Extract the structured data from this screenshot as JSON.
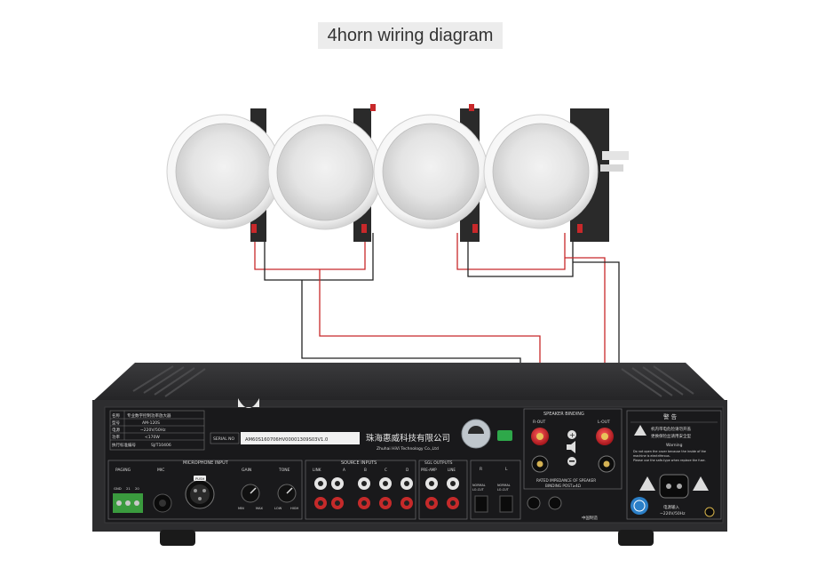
{
  "title": "4horn wiring diagram",
  "amplifier": {
    "spec": {
      "rows": [
        {
          "k": "名称",
          "v": "专业数字控制功率放大器"
        },
        {
          "k": "型号",
          "v": "AM-120S"
        },
        {
          "k": "电源",
          "v": "~220V/50Hz"
        },
        {
          "k": "功率",
          "v": "<170W"
        },
        {
          "k": "执行标准编号",
          "v": "SJ/T10406"
        }
      ]
    },
    "serial_label": "SERIAL NO",
    "serial_value": "AM60S160706HV00001309S03V1.0",
    "company_cn": "珠海惠威科技有限公司",
    "company_en": "Zhuhai HiVi Technology Co.,Ltd",
    "sections": {
      "mic_input": "MICROPHONE INPUT",
      "paging": "PAGING",
      "mic": "MIC",
      "gain": "GAIN",
      "tone": "TONE",
      "gnd": "GND",
      "p1": "21",
      "p2": "20",
      "min": "MIN",
      "max": "MAX",
      "low": "LOW",
      "high": "HIGH",
      "push": "PUSH",
      "source_inputs": "SOURCE INPUTS",
      "link": "LINK",
      "src_a": "A",
      "src_b": "B",
      "src_c": "C",
      "src_d": "D",
      "sgl_outputs": "SGL OUTPUTS",
      "pre_amp": "PRE-AMP",
      "line": "LINE",
      "ch_l": "L",
      "ch_r": "R",
      "normal": "NORMAL",
      "lo_cut": "LO-CUT",
      "speaker_binding": "SPEAKER BINDING",
      "r_out": "R-OUT",
      "l_out": "L-OUT",
      "rated_impedance": "RATED IMPEDANCE OF SPEAKER",
      "binding_post": "BINDING POST≥4Ω",
      "made_in": "中国制造"
    },
    "warning": {
      "title": "警 告",
      "cn1": "机内带电危险请勿开盖",
      "cn2": "更换保险丝请用安全型",
      "en_title": "Warning",
      "en1": "Do not open the cover because the inside of the",
      "en2": "machine is electriferous.",
      "en3": "Please use the safe-type when replace the fuse."
    },
    "power": {
      "label": "电源输入",
      "value": "~220V/50Hz"
    },
    "colors": {
      "chassis": "#2b2b2d",
      "panel": "#101012",
      "wire_red": "#c8282a",
      "wire_black": "#222222",
      "terminal_red": "#d11f26"
    }
  }
}
